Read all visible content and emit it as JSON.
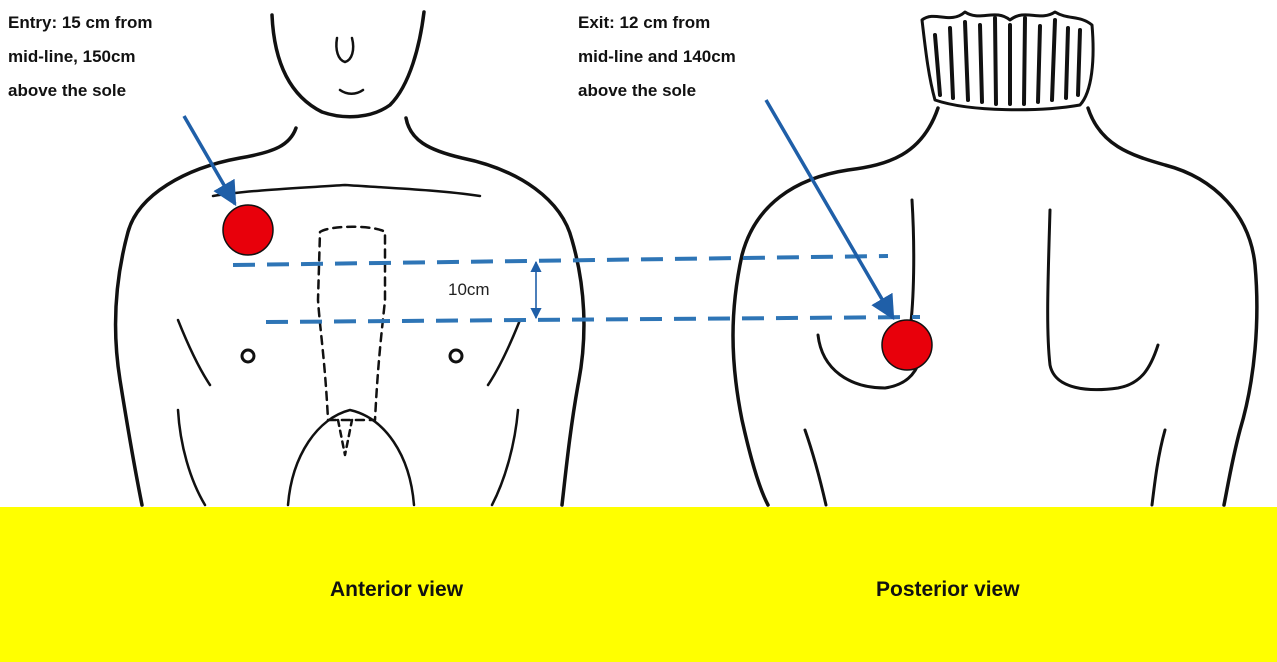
{
  "entry": {
    "lines": [
      "Entry:  15 cm from",
      "mid-line, 150cm",
      "above the sole"
    ]
  },
  "exit": {
    "lines": [
      "Exit:  12 cm from",
      "mid-line and 140cm",
      "above the sole"
    ]
  },
  "measurement": {
    "label": "10cm"
  },
  "views": {
    "anterior": "Anterior view",
    "posterior": "Posterior view"
  },
  "colors": {
    "wound": "#e8000b",
    "dashed_line": "#2e75b6",
    "arrow": "#1f5fa8",
    "caption_band": "#ffff00",
    "sketch": "#111111"
  }
}
